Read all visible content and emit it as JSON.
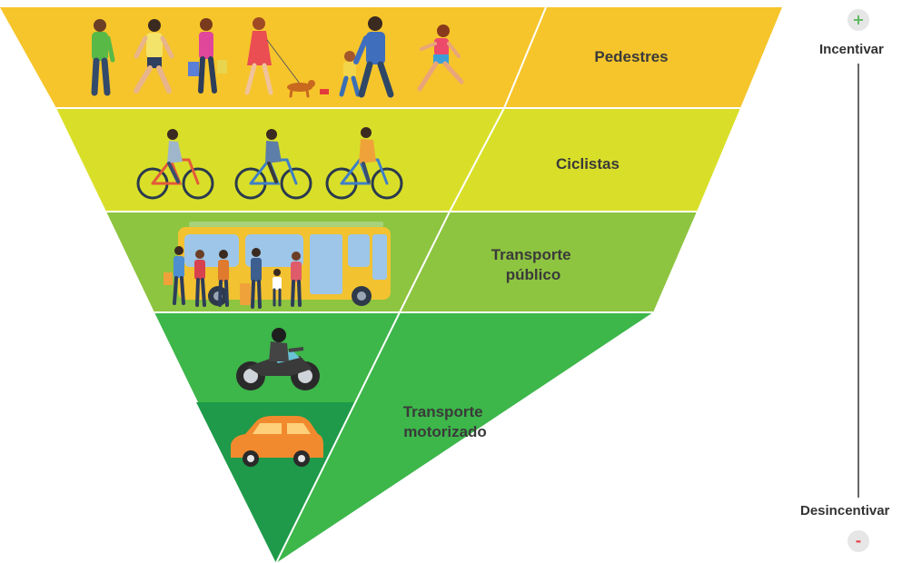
{
  "levels": [
    {
      "label_lines": [
        "Pedestres"
      ],
      "color": "#f6c52b",
      "figure": "pedestrians-icon"
    },
    {
      "label_lines": [
        "Ciclistas"
      ],
      "color": "#d9df28",
      "figure": "bicycles-icon"
    },
    {
      "label_lines": [
        "Transporte",
        "público"
      ],
      "color": "#8dc440",
      "figure": "bus-with-passengers-icon"
    },
    {
      "label_lines": [
        "Transporte",
        "motorizado"
      ],
      "color": "#3db64a",
      "figure_top": "motorcycle-icon",
      "figure_bottom": "car-icon",
      "bottom_color": "#1e9a4a"
    }
  ],
  "scale": {
    "top_label": "Incentivar",
    "bottom_label": "Desincentivar",
    "top_symbol": "+",
    "bottom_symbol": "-",
    "top_symbol_color": "#5cb85c",
    "bottom_symbol_color": "#e8474c"
  }
}
